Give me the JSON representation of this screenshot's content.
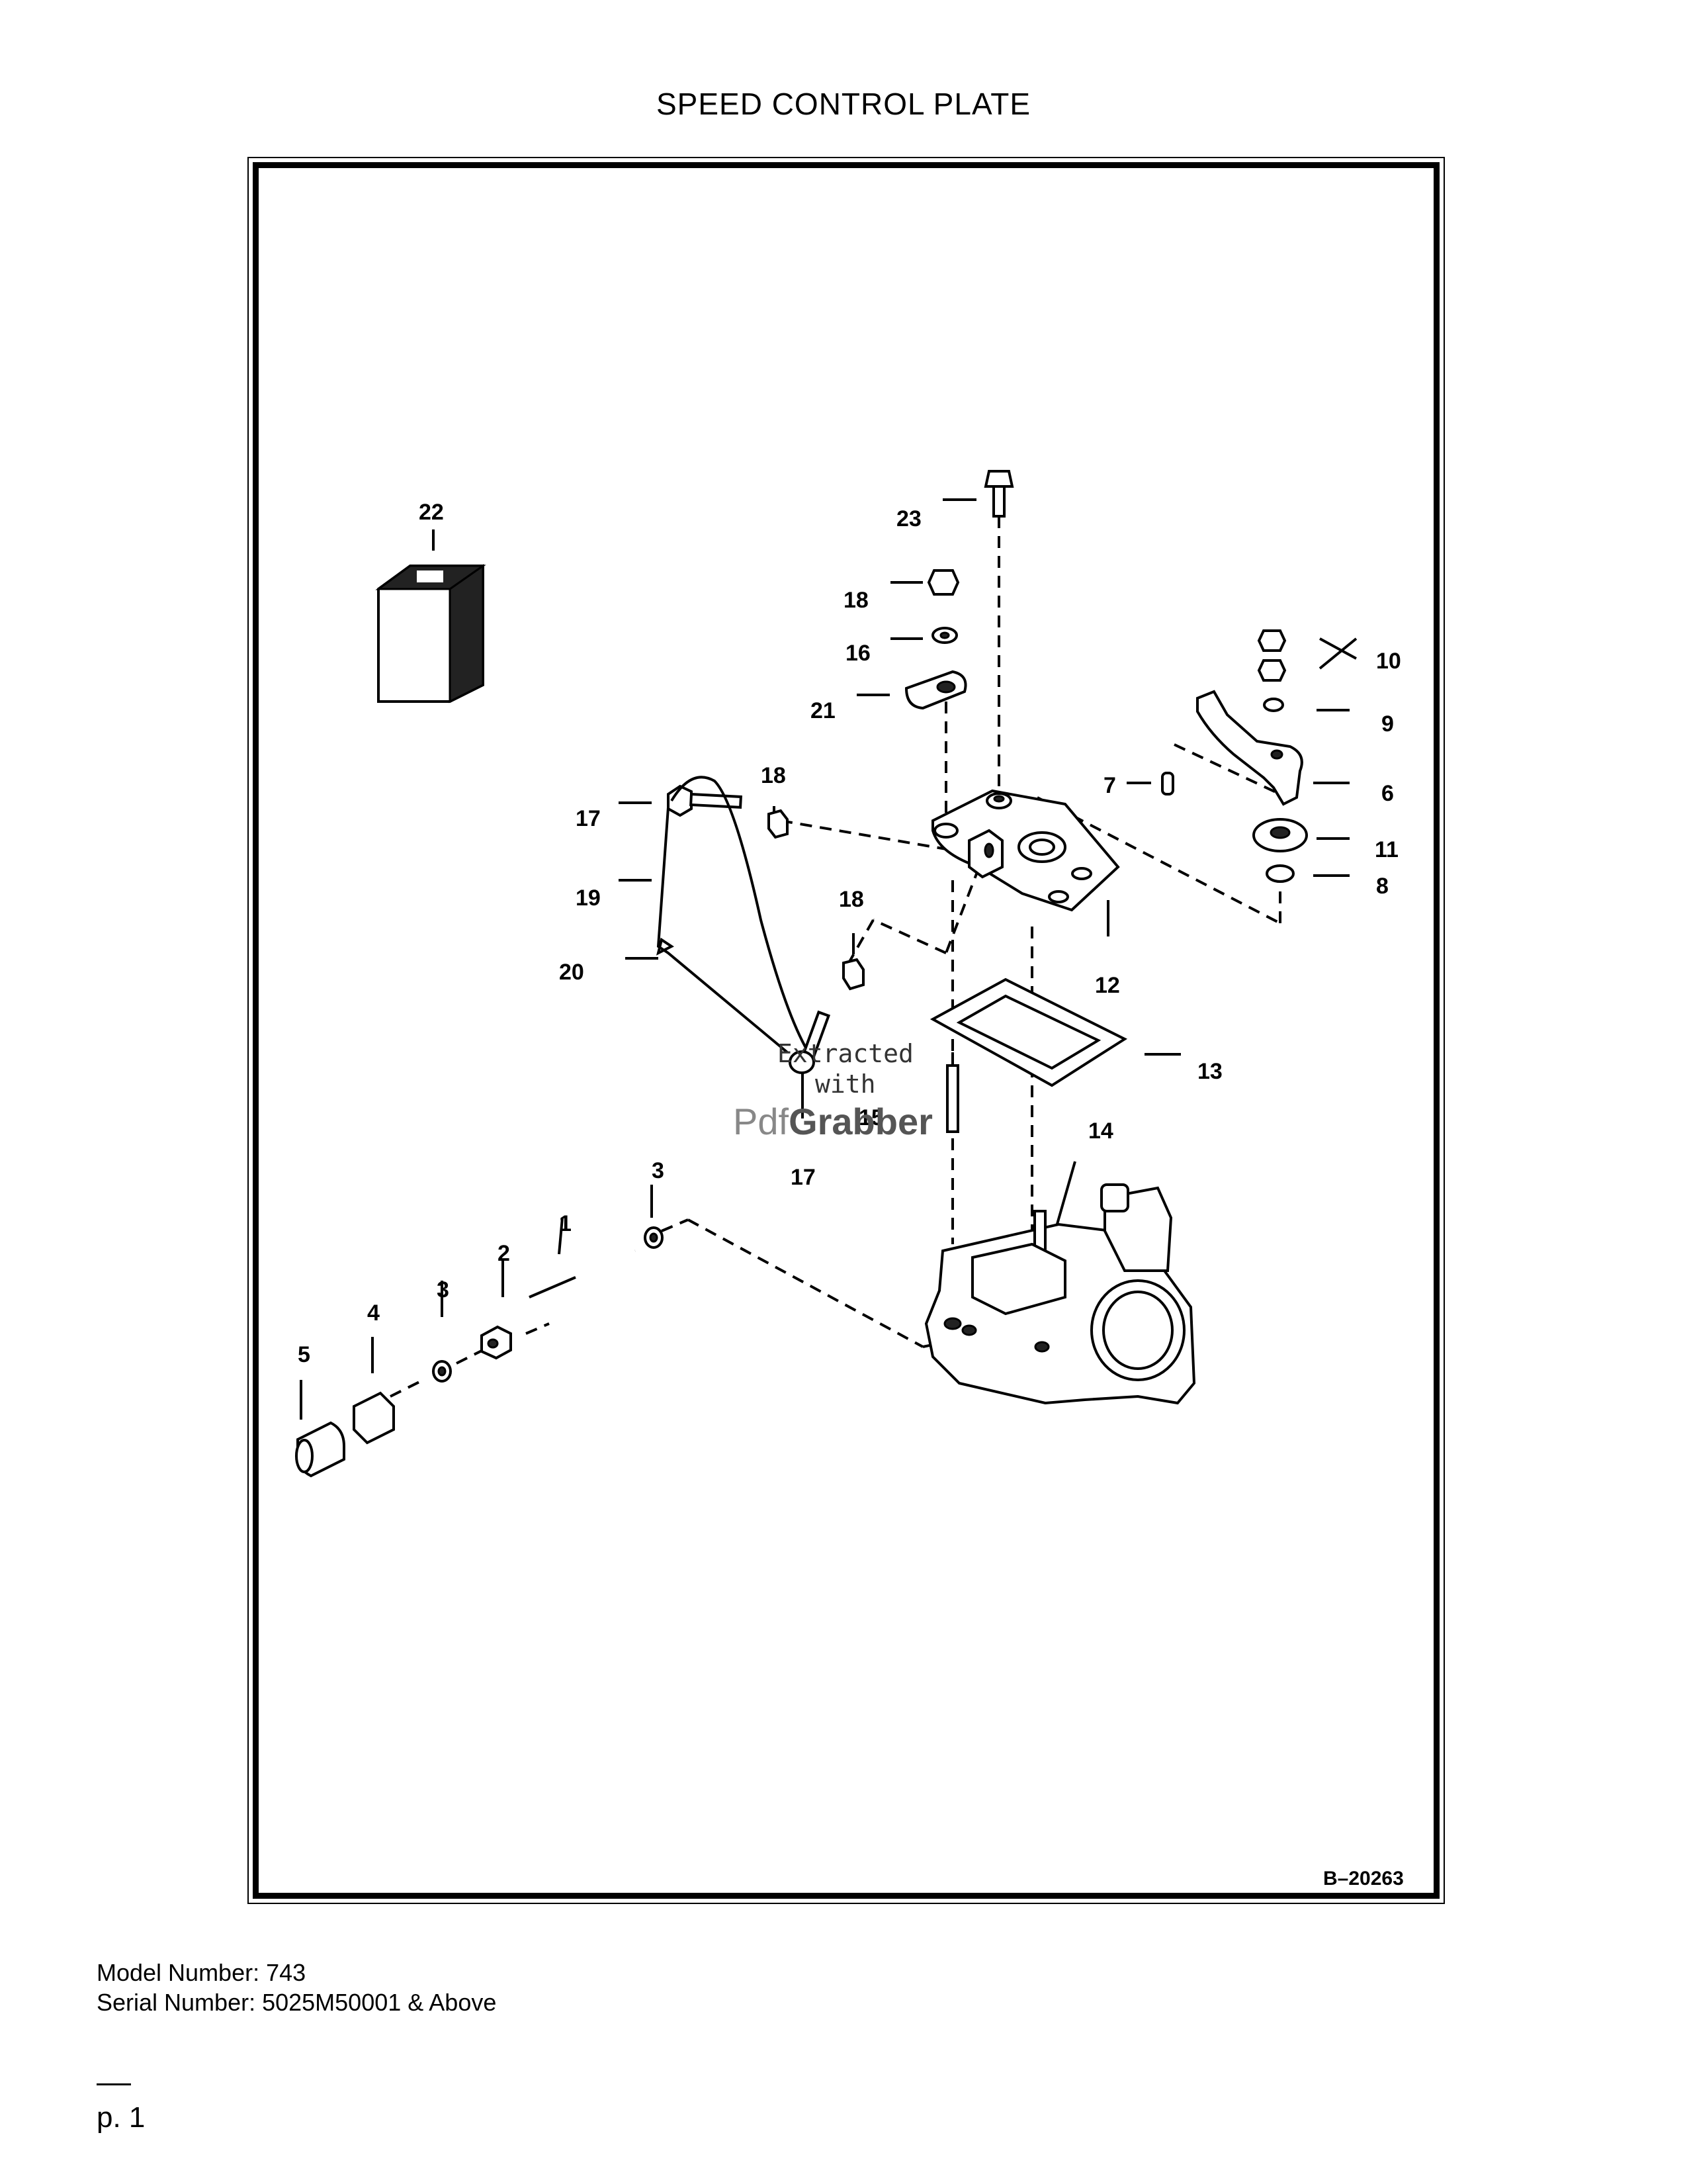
{
  "title": "SPEED CONTROL PLATE",
  "drawing_number": "B–20263",
  "callouts": {
    "c1": "1",
    "c2": "2",
    "c3a": "3",
    "c3b": "3",
    "c4": "4",
    "c5": "5",
    "c6": "6",
    "c7": "7",
    "c8": "8",
    "c9": "9",
    "c10": "10",
    "c11": "11",
    "c12": "12",
    "c13": "13",
    "c14": "14",
    "c15": "15",
    "c16": "16",
    "c17a": "17",
    "c17b": "17",
    "c18a": "18",
    "c18b": "18",
    "c18c": "18",
    "c19": "19",
    "c20": "20",
    "c21": "21",
    "c22": "22",
    "c23": "23"
  },
  "watermark": {
    "line1": "Extracted",
    "line2": "with",
    "brand_light": "Pdf",
    "brand_bold": "Grabber"
  },
  "footer": {
    "model": "Model Number: 743",
    "serial": "Serial Number: 5025M50001 & Above",
    "page": "p. 1"
  }
}
